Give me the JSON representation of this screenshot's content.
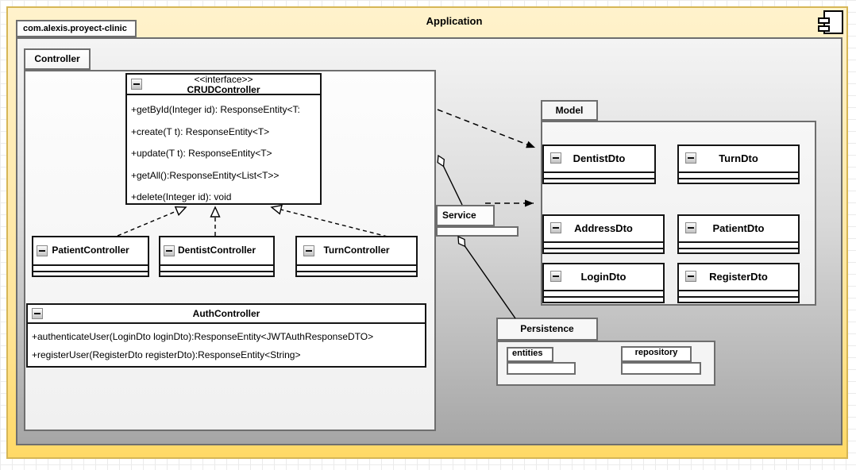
{
  "frame": {
    "title": "Application"
  },
  "main_package": {
    "tab_label": "com.alexis.proyect-clinic"
  },
  "controller_package": {
    "tab_label": "Controller"
  },
  "crud_interface": {
    "stereotype": "<<interface>>",
    "name": "CRUDController",
    "methods": [
      "+getById(Integer id): ResponseEntity<T:",
      "+create(T t): ResponseEntity<T>",
      "+update(T t): ResponseEntity<T>",
      "+getAll():ResponseEntity<List<T>>",
      "+delete(Integer id): void"
    ]
  },
  "controllers": [
    {
      "name": "PatientController"
    },
    {
      "name": "DentistController"
    },
    {
      "name": "TurnController"
    }
  ],
  "auth_controller": {
    "name": "AuthController",
    "methods": [
      "+authenticateUser(LoginDto loginDto):ResponseEntity<JWTAuthResponseDTO>",
      "+registerUser(RegisterDto registerDto):ResponseEntity<String>"
    ]
  },
  "service_package": {
    "tab_label": "Service"
  },
  "model_package": {
    "tab_label": "Model",
    "dtos": [
      {
        "name": "DentistDto"
      },
      {
        "name": "TurnDto"
      },
      {
        "name": "AddressDto"
      },
      {
        "name": "PatientDto"
      },
      {
        "name": "LoginDto"
      },
      {
        "name": "RegisterDto"
      }
    ]
  },
  "persistence_package": {
    "tab_label": "Persistence",
    "entities_label": "entities",
    "repository_label": "repository"
  },
  "icons": {
    "collapse": "minus-collapse-icon",
    "component": "uml-component-icon"
  },
  "relationships": {
    "realization": "dashed-hollow-triangle (PatientController, DentistController, TurnController implement CRUDController)",
    "dependency": "dashed-filled-arrow (Controller to Model, Service to Model)",
    "aggregation": "solid-hollow-diamond (Controller to Service, Service to Persistence)"
  },
  "colors": {
    "frame_border": "#d6b656",
    "frame_fill_top": "#fff2cc",
    "frame_fill_bottom": "#ffd966",
    "package_border": "#6e6e6e",
    "package_fill_dark": "#a6a6a6",
    "shape_border": "#141414",
    "shape_fill": "#ffffff"
  }
}
